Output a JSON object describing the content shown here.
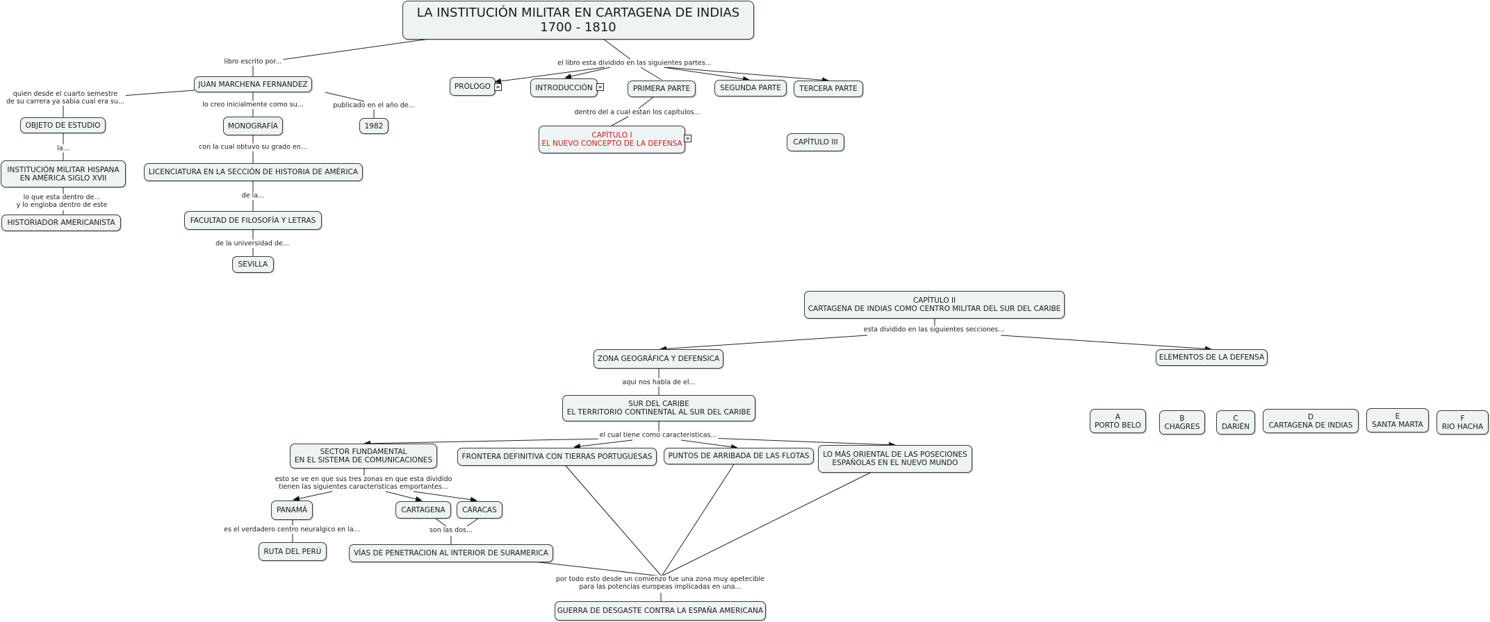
{
  "title": {
    "line1": "LA INSTITUCIÓN MILITAR EN CARTAGENA DE INDIAS",
    "line2": "1700 - 1810"
  },
  "nodes": {
    "juan": "JUAN MARCHENA FERNANDEZ",
    "prologo": "PRÓLOGO",
    "introduccion": "INTRODUCCIÓN",
    "primera": "PRIMERA PARTE",
    "segunda": "SEGUNDA PARTE",
    "tercera": "TERCERA PARTE",
    "objeto": "OBJETO DE ESTUDIO",
    "monografia": "MONOGRAFÍA",
    "anio": "1982",
    "capitulo1_a": "CAPÍTULO I",
    "capitulo1_b": "EL NUEVO CONCEPTO DE LA DEFENSA",
    "capitulo3": "CAPÍTULO III",
    "institucion": "INSTITUCIÓN MILITAR HISPANA\nEN AMÉRICA SIGLO XVII",
    "licenciatura": "LICENCIATURA EN LA SECCIÓN DE HISTORIA DE AMÉRICA",
    "historiador": "HISTORIADOR AMERICANISTA",
    "facultad": "FACULTAD DE FILOSOFÍA Y LETRAS",
    "sevilla": "SEVILLA",
    "capitulo2": "CAPÍTULO II\nCARTAGENA DE INDIAS COMO CENTRO MILITAR DEL SUR DEL CARIBE",
    "zona": "ZONA GEOGRÁFICA Y DEFENSICA",
    "elementos": "ELEMENTOS DE LA DEFENSA",
    "sur": "SUR DEL CARIBE\nEL TERRITORIO CONTINENTAL AL SUR DEL CARIBE",
    "porto": "A\nPORTO BELO",
    "chagres": "B\nCHAGRES",
    "darien": "C\nDARIÉN",
    "cartagena_d": "D\nCARTAGENA DE INDIAS",
    "santa": "E\nSANTA MARTA",
    "rio": "F\nRIO HACHA",
    "sector": "SECTOR FUNDAMENTAL\nEN EL SISTEMA DE COMUNICACIONES",
    "frontera": "FRONTERA DEFINITIVA CON TIERRAS PORTUGUESAS",
    "puntos": "PUNTOS DE ARRIBADA DE LAS FLOTAS",
    "oriental": "LO MÁS ORIENTAL DE LAS POSECIONES\nESPAÑOLAS EN EL NUEVO MUNDO",
    "panama": "PANAMÁ",
    "cartagena": "CARTAGENA",
    "caracas": "CARACAS",
    "ruta": "RUTA DEL PERÚ",
    "vias": "VÍAS DE PENETRACION AL INTERIOR DE SURAMERICA",
    "guerra": "GUERRA DE DESGASTE CONTRA LA ESPAÑA AMERICANA"
  },
  "labels": {
    "libro": "libro escrito por...",
    "dividido": "el libro esta dividido en las siguientes partes...",
    "quien": "quien desde el cuarto semestre\nde su carrera ya sabia cual era su...",
    "creo": "lo creo inicialmente como su...",
    "publicado": "publicado en el año de...",
    "dentro": "dentro del a cual estan los capítulos...",
    "la": "la...",
    "obtuvo": "con la cual obtuvo su grado en...",
    "loque": "lo que esta dentro de...\ny lo engloba dentro de este",
    "dela": "de la...",
    "universidad": "de la universidad de...",
    "secciones": "esta dividido en las siguientes secciones...",
    "aqui": "aqui nos habla de el...",
    "cual": "el cual tiene como caracteristicas...",
    "zonas": "esto se ve en que sus tres zonas en que esta dividido\ntienen las siguientes caracteristicas emportantes...",
    "neuralgico": "es el verdadero centro neuralgico en la...",
    "sonlas": "son las dos...",
    "portodo": "por todo esto desde un comienzo fue una zona muy apetecible\npara las potencias europeas implicadas en una..."
  },
  "expand_icon": "»",
  "colors": {
    "node_fill": "#eef3f3",
    "node_border": "#3a3a3a",
    "highlight_text": "#d11a1a"
  }
}
